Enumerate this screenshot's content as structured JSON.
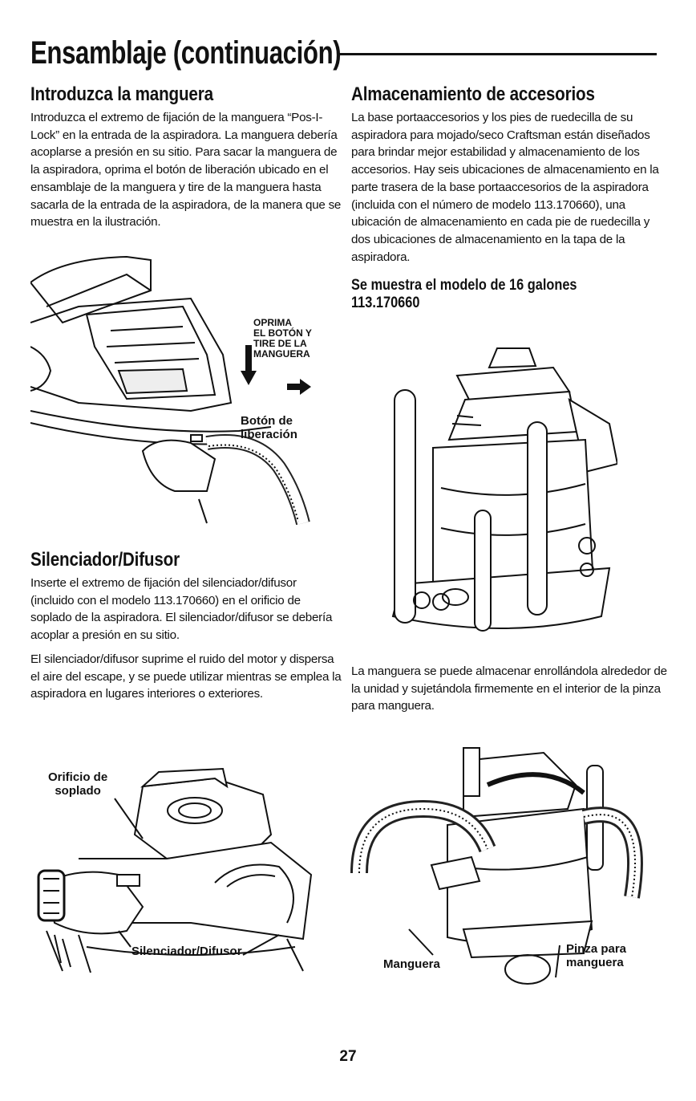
{
  "page_title": "Ensamblaje (continuación)",
  "left": {
    "hose": {
      "heading": "Introduzca la manguera",
      "body": "Introduzca el extremo de fijación de la manguera “Pos-I-Lock” en la entrada de la aspiradora. La manguera debería acoplarse a presión en su sitio. Para sacar la manguera de la aspiradora, oprima el botón de liberación ubicado en el ensamblaje de la manguera y tire de la manguera hasta sacarla de la entrada de la aspiradora, de la manera que se muestra en la ilustración.",
      "label_press_1": "OPRIMA",
      "label_press_2": "EL BOTÓN Y",
      "label_press_3": "TIRE DE LA",
      "label_press_4": "MANGUERA",
      "label_release_1": "Botón de",
      "label_release_2": "liberación"
    },
    "muffler": {
      "heading": "Silenciador/Difusor",
      "body_1": "Inserte el extremo de fijación del silenciador/difusor (incluido con el modelo 113.170660) en el orificio de soplado de la aspiradora. El silenciador/difusor se debería acoplar a presión en su sitio.",
      "body_2": "El silenciador/difusor suprime el ruido del motor y dispersa el aire del escape, y se puede utilizar mientras se emplea la aspiradora en lugares interiores o exteriores.",
      "label_port_1": "Orificio de",
      "label_port_2": "soplado",
      "label_muffler": "Silenciador/Difusor"
    }
  },
  "right": {
    "storage": {
      "heading": "Almacenamiento de accesorios",
      "body": "La base portaaccesorios y los pies de ruedecilla de su aspiradora para mojado/seco Craftsman están diseñados para brindar mejor estabilidad y almacenamiento de los accesorios. Hay seis ubicaciones de almacenamiento en la parte trasera de la base portaaccesorios de la aspiradora (incluida con el número de modelo 113.170660), una ubicación de almacenamiento en cada pie de ruedecilla y dos ubicaciones de almacenamiento en la tapa de la aspiradora.",
      "subheading_1": "Se muestra el modelo de 16 galones",
      "subheading_2": "113.170660"
    },
    "hose_store": {
      "body": "La manguera se puede almacenar enrollándola alrededor de la unidad y sujetándola firmemente en el interior de la pinza para manguera.",
      "label_hose": "Manguera",
      "label_clip_1": "Pinza para",
      "label_clip_2": "manguera"
    }
  },
  "page_number": "27"
}
